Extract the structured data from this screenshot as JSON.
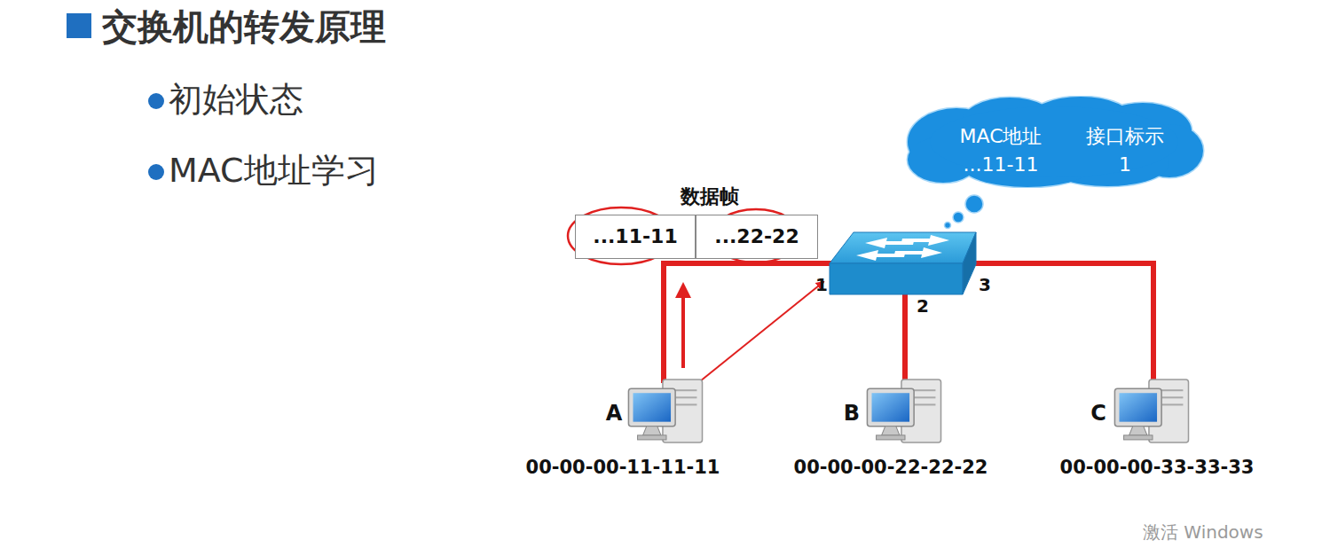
{
  "diagram": {
    "title": "交换机的转发原理",
    "nodes": [
      {
        "text": [
          "数据帧"
        ]
      },
      {
        "text": [
          "...11-11"
        ],
        "in": 0
      },
      {
        "text": [
          "...22-22"
        ],
        "in": 0
      },
      {
        "text": [
          "MAC地址",
          "接口标示",
          "...11-11",
          "1"
        ]
      }
    ],
    "labels": [
      "初始状态",
      "MAC地址学习",
      "1",
      "2",
      "3",
      "A",
      "00-00-00-11-11-11",
      "B",
      "00-00-00-22-22-22",
      "C",
      "00-00-00-33-33-33",
      "激活 Windows"
    ]
  }
}
